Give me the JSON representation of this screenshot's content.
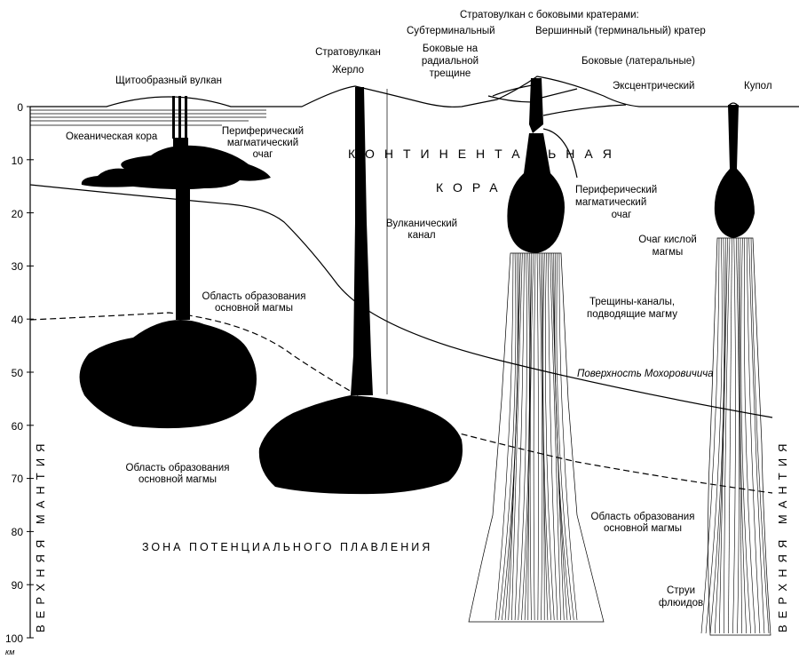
{
  "axis": {
    "ticks": [
      "0",
      "10",
      "20",
      "30",
      "40",
      "50",
      "60",
      "70",
      "80",
      "90",
      "100"
    ],
    "unit": "км",
    "left_label": "ВЕРХНЯЯ МАНТИЯ",
    "right_label": "ВЕРХНЯЯ МАНТИЯ"
  },
  "labels": {
    "shield_volcano": "Щитообразный вулкан",
    "oceanic_crust": "Океаническая кора",
    "peripheral_chamber_left": [
      "Периферический",
      "магматический",
      "очаг"
    ],
    "basic_magma_zone_1": [
      "Область образования",
      "основной магмы"
    ],
    "basic_magma_zone_2": [
      "Область образования",
      "основной магмы"
    ],
    "stratovolcano": "Стратовулкан",
    "vent": "Жерло",
    "volcanic_channel": [
      "Вулканический",
      "канал"
    ],
    "continental_crust_1": "КОНТИНЕНТАЛЬНАЯ",
    "continental_crust_2": "КОРА",
    "strato_side_craters": "Стратовулкан с боковыми кратерами:",
    "subterminal": "Субтерминальный",
    "summit_crater": "Вершинный (терминальный) кратер",
    "radial_fissure": [
      "Боковые на",
      "радиальной",
      "трещине"
    ],
    "lateral": "Боковые (латеральные)",
    "eccentric": "Эксцентрический",
    "dome": "Купол",
    "peripheral_chamber_right": [
      "Периферический",
      "магматический",
      "очаг"
    ],
    "acid_magma_chamber": [
      "Очаг кислой",
      "магмы"
    ],
    "fissure_channels": [
      "Трещины-каналы,",
      "подводящие магму"
    ],
    "moho": "Поверхность Мохоровичича",
    "basic_magma_zone_3": [
      "Область образования",
      "основной магмы"
    ],
    "fluid_jets": [
      "Струи",
      "флюидов"
    ],
    "melting_zone": "ЗОНА ПОТЕНЦИАЛЬНОГО ПЛАВЛЕНИЯ"
  }
}
